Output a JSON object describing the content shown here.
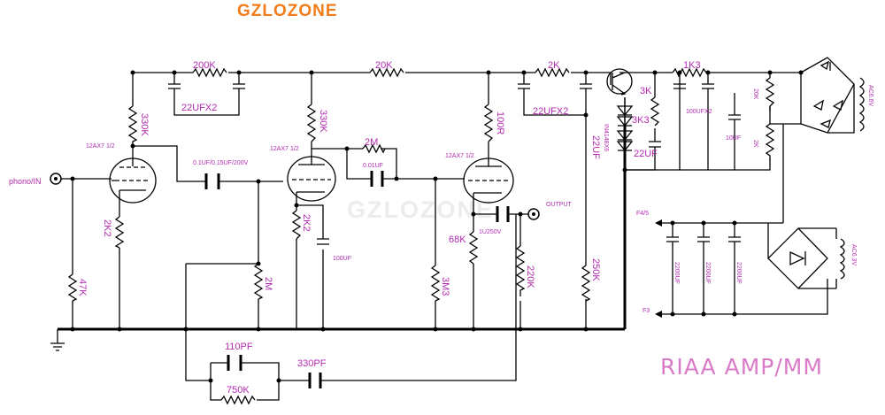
{
  "brand": "GZLOZONE",
  "watermark": "GZLOZONE",
  "title": "RIAA AMP/MM",
  "labels": {
    "input": "phono/IN",
    "output": "OUTPUT",
    "tube1": "12AX7 1/2",
    "tube2": "12AX7 1/2",
    "tube3": "12AX7 1/2",
    "r_200k": "200K",
    "c_22ufx2_a": "22UFX2",
    "r_20k": "20K",
    "r_2k": "2K",
    "c_22ufx2_b": "22UFX2",
    "r_1k3": "1K3",
    "r_330k_a": "330K",
    "r_330k_b": "330K",
    "r_100r": "100R",
    "c_coupling1": "0.1UF/0.15UF/200V",
    "r_2m_top": "2M",
    "c_001uf": "0.01UF",
    "r_2k2_a": "2K2",
    "r_2k2_b": "2K2",
    "c_100uf": "100UF",
    "r_47k": "47K",
    "r_2m": "2M",
    "r_3m3": "3M3",
    "r_68k": "68K",
    "c_1u250v": "1U250V",
    "r_220k": "220K",
    "c_22uf": "22UF",
    "r_250k": "250K",
    "r_3k": "3K",
    "r_3k3": "3K3",
    "diodes": "IN4148X6",
    "c_100ufx2": "100UFX2",
    "r_20k_v": "20K",
    "c_10uf": "10UF",
    "r_2k_v": "2K",
    "ac_top": "AC6.6V",
    "ac_bottom": "AC6.3V",
    "f_pos": "F4/5",
    "f_neg": "F3",
    "c_2200_a": "2200UF",
    "c_2200_b": "2200UF",
    "c_2200_c": "2200UF",
    "c_110pf": "110PF",
    "r_750k": "750K",
    "c_330pf": "330PF"
  },
  "colors": {
    "brand": "#f07d1a",
    "label": "#b22ab0",
    "title": "#d97bc8",
    "wire": "#000000"
  }
}
